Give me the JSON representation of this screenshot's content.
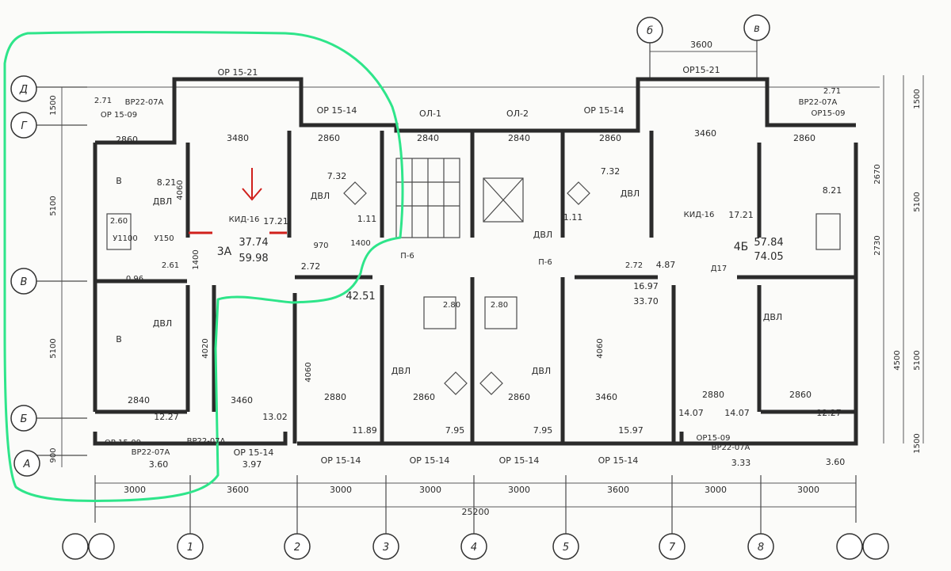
{
  "colors": {
    "highlight": "#2ee58a",
    "marker": "#d0201c",
    "line": "#2b2b2b"
  },
  "axes_top": [
    "б",
    "в"
  ],
  "axes_left": [
    "Д",
    "Г",
    "В",
    "Б",
    "А"
  ],
  "axes_bottom": [
    "1",
    "2",
    "3",
    "4",
    "5",
    "7",
    "8"
  ],
  "windows": {
    "w1": "ОР 15-21",
    "w2": "ОР 15-14",
    "w3": "ОЛ-1",
    "w4": "ОЛ-2",
    "w5": "ОР 15-14",
    "w6": "ОР15-21",
    "w7": "ВР22-07А",
    "w8": "ОР15-09",
    "w9": "ВР22-07А",
    "w10": "ОР 15-14",
    "w11": "ОР 15-14",
    "w12": "ОР 15-14",
    "w13": "ОР 15-14",
    "w14": "ОР 15-14",
    "w15": "ОР 15-09",
    "w16": "ВР22-07А",
    "w17": "ОР15-09",
    "w18": "ВР22-07А",
    "w19": "ОР 15-09",
    "w20": "ВР22-07А"
  },
  "rooms": {
    "apt_a_label": "3А",
    "apt_a_live": "37.74",
    "apt_a_total": "59.98",
    "apt_b_label": "4Б",
    "apt_b_live": "57.84",
    "apt_b_total": "74.05",
    "apt_mid_area": "42.51",
    "r1": "8.21",
    "r2": "17.21",
    "r3": "7.32",
    "r4": "1.11",
    "r5": "7.32",
    "r6": "1.11",
    "r7": "8.21",
    "r8": "17.21",
    "r9": "2.72",
    "r10": "4.87",
    "r11": "16.97",
    "r12": "33.70",
    "r13": "12.27",
    "r14": "13.02",
    "r15": "11.89",
    "r16": "7.95",
    "r17": "7.95",
    "r18": "15.97",
    "r19": "14.07",
    "r20": "14.07",
    "r21": "12.27",
    "r22": "3.60",
    "r23": "3.97",
    "r24": "3.33",
    "r25": "3.60",
    "r26": "2.60",
    "r27": "0.96",
    "r28": "2.61",
    "r29": "2.71",
    "r30": "2.71",
    "r31": "2.72",
    "r32": "2.80",
    "r33": "2.80"
  },
  "labels": {
    "kid_left": "КИД-16",
    "kid_right": "КИД-16",
    "dvl1": "ДВЛ",
    "dvl2": "ДВЛ",
    "dvl3": "ДВЛ",
    "dvl4": "ДВЛ",
    "dvl5": "ДВЛ",
    "dvl6": "ДВЛ",
    "dvl7": "ДВЛ",
    "dvl8": "ДВЛ",
    "p6a": "П-6",
    "p6b": "П-6",
    "d17": "Д17",
    "u150": "У150",
    "u1100": "У1100",
    "sec_b1": "В",
    "sec_b2": "В",
    "n1400": "1400",
    "n970": "970"
  },
  "dims": {
    "d_top_3600": "3600",
    "d_3480": "3480",
    "d_2860a": "2860",
    "d_2860b": "2860",
    "d_2840a": "2840",
    "d_2840b": "2840",
    "d_2860c": "2860",
    "d_3460a": "3460",
    "d_2860d": "2860",
    "d_2840c": "2840",
    "d_3460b": "3460",
    "d_2880a": "2880",
    "d_2860e": "2860",
    "d_2860f": "2860",
    "d_3460c": "3460",
    "d_2880b": "2880",
    "d_2860g": "2860",
    "d_b1": "3000",
    "d_b2": "3600",
    "d_b3": "3000",
    "d_b4": "3000",
    "d_b5": "3000",
    "d_b6": "3600",
    "d_b7": "3000",
    "d_b8": "3000",
    "d_total": "25200",
    "d_l1": "1500",
    "d_l2": "5100",
    "d_l3": "5100",
    "d_l4": "900",
    "d_r1": "1500",
    "d_r2": "5100",
    "d_r3": "5100",
    "d_r4": "1500",
    "d_r5": "2670",
    "d_r6": "2730",
    "d_r7": "4500",
    "d_v1": "4060",
    "d_v2": "4020",
    "d_v3": "4060",
    "d_v4": "4060",
    "d_v5": "1400"
  }
}
